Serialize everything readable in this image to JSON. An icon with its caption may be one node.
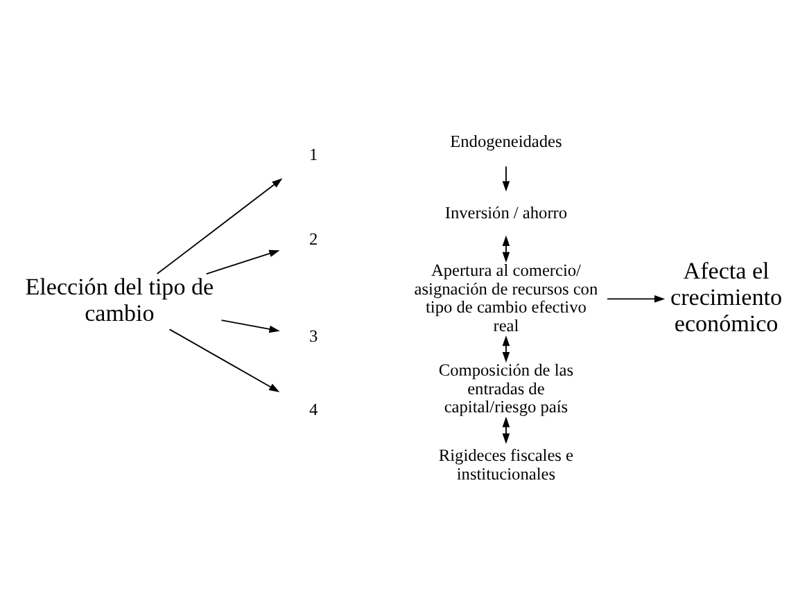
{
  "diagram": {
    "nodes": [
      {
        "text": [
          "Elección del tipo de cambio"
        ]
      },
      {
        "text": [
          "1"
        ]
      },
      {
        "text": [
          "2"
        ]
      },
      {
        "text": [
          "3"
        ]
      },
      {
        "text": [
          "4"
        ]
      },
      {
        "text": [
          "Endogeneidades"
        ]
      },
      {
        "text": [
          "Inversión / ahorro"
        ]
      },
      {
        "text": [
          "Apertura al comercio/ asignación de recursos con tipo de cambio efectivo real"
        ]
      },
      {
        "text": [
          "Composición de las entradas de capital/riesgo país"
        ]
      },
      {
        "text": [
          "Rigideces fiscales e institucionales"
        ]
      },
      {
        "text": [
          "Afecta el crecimiento económico"
        ]
      }
    ],
    "edges": [
      {
        "from": 0,
        "to": 1,
        "arrow": "to"
      },
      {
        "from": 0,
        "to": 2,
        "arrow": "to"
      },
      {
        "from": 0,
        "to": 3,
        "arrow": "to"
      },
      {
        "from": 0,
        "to": 4,
        "arrow": "to"
      },
      {
        "from": 5,
        "to": 6,
        "arrow": "to"
      },
      {
        "from": 6,
        "to": 7,
        "arrow": "both"
      },
      {
        "from": 7,
        "to": 8,
        "arrow": "both"
      },
      {
        "from": 8,
        "to": 9,
        "arrow": "both"
      },
      {
        "from": 7,
        "to": 10,
        "arrow": "to"
      }
    ]
  }
}
